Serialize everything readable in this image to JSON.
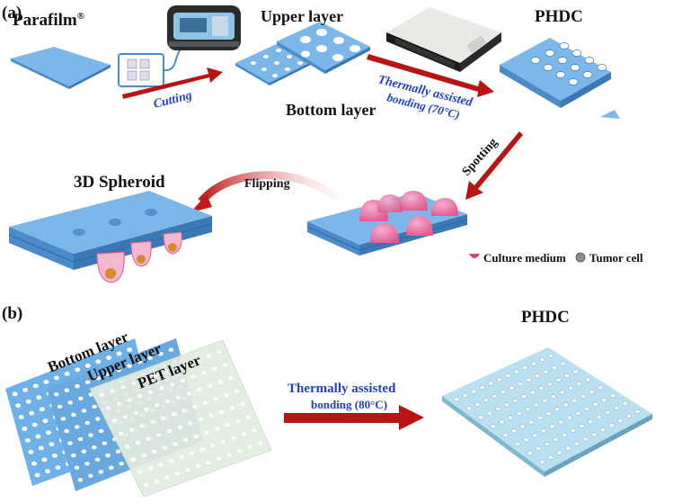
{
  "panel_a": {
    "letter": "(a)",
    "parafilm_text": "Parafilm",
    "parafilm_sup": "®",
    "upper_layer": "Upper layer",
    "bottom_layer": "Bottom layer",
    "phdc": "PHDC",
    "cutting": "Cutting",
    "thermal_line1": "Thermally assisted",
    "thermal_line2": "bonding (70°C)",
    "spotting": "Spotting",
    "flipping": "Flipping",
    "spheroid": "3D Spheroid",
    "legend_medium": "Culture medium",
    "legend_tumor": "Tumor cell"
  },
  "panel_b": {
    "letter": "(b)",
    "bottom_layer": "Bottom layer",
    "upper_layer": "Upper layer",
    "pet_layer": "PET layer",
    "thermal_line1": "Thermally assisted",
    "thermal_line2": "bonding (80°C)",
    "phdc": "PHDC"
  },
  "colors": {
    "layer_blue": "#5b9fd8",
    "layer_edge": "#3f7fbf",
    "arrow_red": "#b81414",
    "medium_pink": "#e0427a",
    "tumor_orange": "#d98a2b",
    "pet_green": "#e2ece0",
    "label_blue": "#1f3fd1"
  }
}
